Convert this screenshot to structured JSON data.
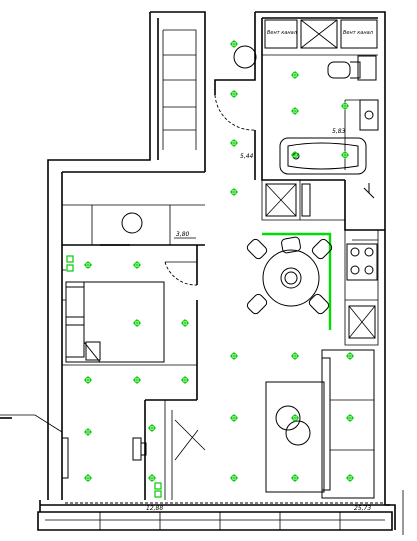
{
  "rooms": {
    "vent_left": "Вент канал",
    "vent_right": "Вент канал",
    "bath_area": "5,83",
    "hall_area": "5,44",
    "storage_area": "3,80",
    "main_area": "12,88",
    "living_area": "25,73"
  },
  "colors": {
    "light_fixture": "#00cc00",
    "wall": "#000000"
  }
}
